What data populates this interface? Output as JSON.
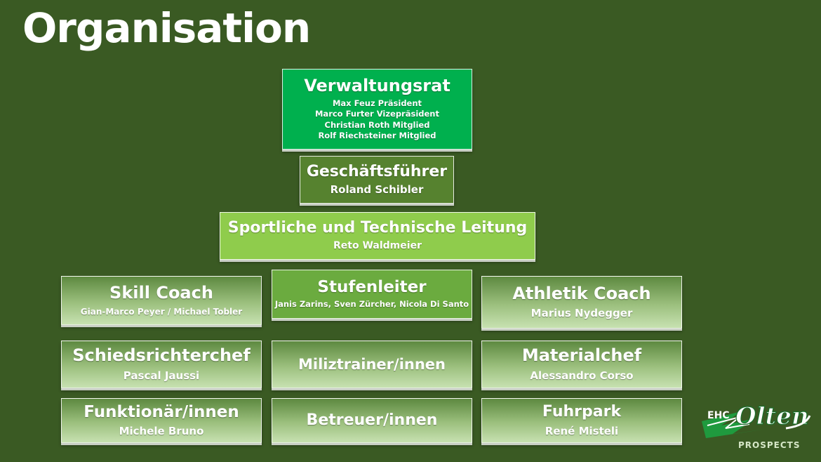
{
  "title": "Organisation",
  "boxes": {
    "verwaltungsrat": {
      "title": "Verwaltungsrat",
      "members": [
        "Max Feuz Präsident",
        "Marco Furter Vizepräsident",
        "Christian Roth Mitglied",
        "Rolf Riechsteiner Mitglied"
      ]
    },
    "geschaeftsfuehrer": {
      "title": "Geschäftsführer",
      "name": "Roland Schibler"
    },
    "sportliche_leitung": {
      "title": "Sportliche und Technische Leitung",
      "name": "Reto Waldmeier"
    },
    "skill_coach": {
      "title": "Skill Coach",
      "name": "Gian-Marco Peyer / Michael Tobler"
    },
    "stufenleiter": {
      "title": "Stufenleiter",
      "name": "Janis Zarins, Sven Zürcher, Nicola Di Santo"
    },
    "athletik_coach": {
      "title": "Athletik Coach",
      "name": "Marius Nydegger"
    },
    "schiedsrichterchef": {
      "title": "Schiedsrichterchef",
      "name": "Pascal Jaussi"
    },
    "miliztrainer": {
      "title": "Miliztrainer/innen"
    },
    "materialchef": {
      "title": "Materialchef",
      "name": "Alessandro Corso"
    },
    "funktionaer": {
      "title": "Funktionär/innen",
      "name": "Michele Bruno"
    },
    "betreuer": {
      "title": "Betreuer/innen"
    },
    "fuhrpark": {
      "title": "Fuhrpark",
      "name": "René Misteli"
    }
  },
  "logo": {
    "top": "EHC",
    "main": "Olten",
    "bottom": "PROSPECTS"
  },
  "colors": {
    "background": "#3a5a23",
    "verwaltungsrat": "#00b04e",
    "geschaeftsfuehrer": "#56822f",
    "sportliche_leitung": "#8fcc4c",
    "stufenleiter": "#6bab3f"
  }
}
